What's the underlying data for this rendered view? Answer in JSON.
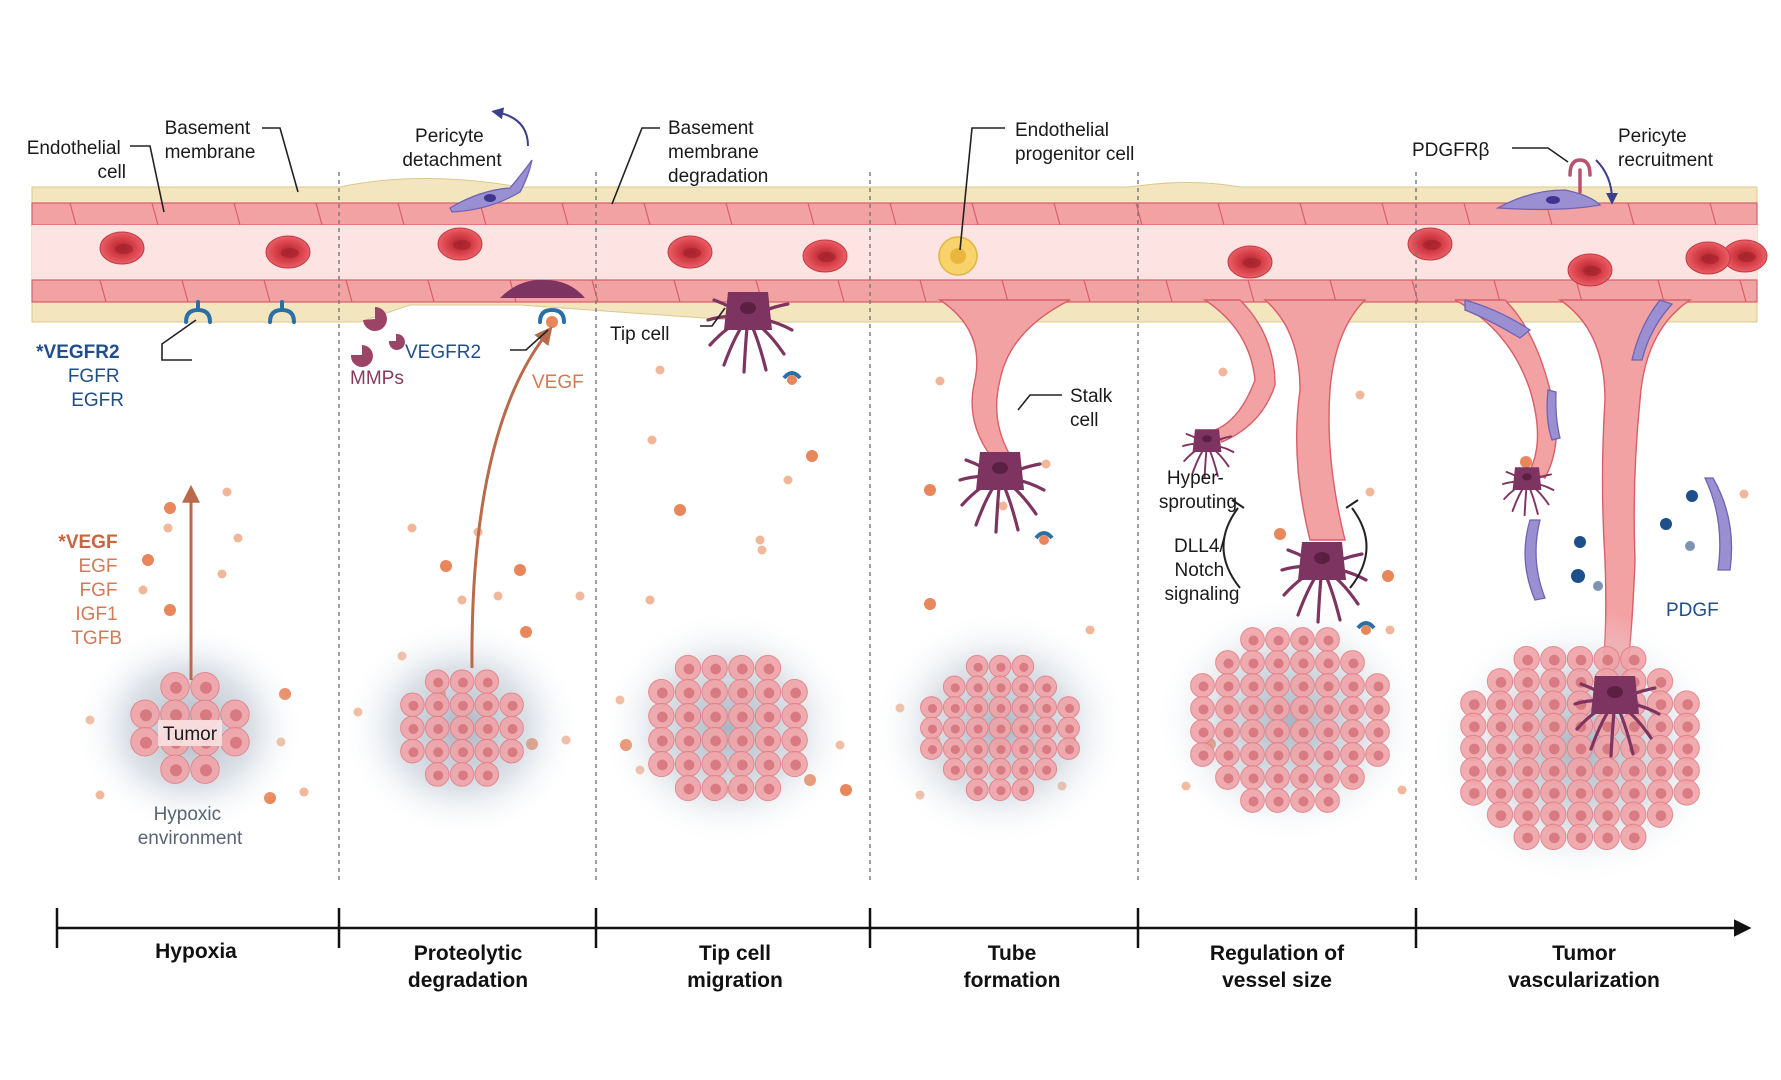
{
  "colors": {
    "basement": "#f3e6bf",
    "lumen": "#fde3e1",
    "endothelial": "#f3a2a4",
    "endothelial_stroke": "#d85e69",
    "rbc": "#e24d55",
    "tip_cell": "#7d3460",
    "pericyte": "#9a8fd1",
    "vegf": "#e8875c",
    "receptor": "#2a6fa6",
    "tumor": "#f0a4a8",
    "pdgf": "#1e4f8a",
    "progenitor": "#f7d36a"
  },
  "labels": {
    "endothelial_cell": [
      "Endothelial",
      "cell"
    ],
    "basement_membrane": [
      "Basement",
      "membrane"
    ],
    "receptors": [
      "*VEGFR2",
      "FGFR",
      "EGFR"
    ],
    "factors": [
      "*VEGF",
      "EGF",
      "FGF",
      "IGF1",
      "TGFB"
    ],
    "tumor": "Tumor",
    "hypoxic": [
      "Hypoxic",
      "environment"
    ],
    "pericyte_detachment": [
      "Pericyte",
      "detachment"
    ],
    "mmps": "MMPs",
    "vegfr2": "VEGFR2",
    "vegf": "VEGF",
    "bm_degradation": [
      "Basement",
      "membrane",
      "degradation"
    ],
    "tip_cell": "Tip cell",
    "epc": [
      "Endothelial",
      "progenitor cell"
    ],
    "stalk_cell": [
      "Stalk",
      "cell"
    ],
    "hypersprouting": [
      "Hyper-",
      "sprouting"
    ],
    "dll4": [
      "DLL4/",
      "Notch",
      "signaling"
    ],
    "pdgfrb": "PDGFRβ",
    "pericyte_recruitment": [
      "Pericyte",
      "recruitment"
    ],
    "pdgf": "PDGF"
  },
  "stages": [
    [
      "Hypoxia"
    ],
    [
      "Proteolytic",
      "degradation"
    ],
    [
      "Tip cell",
      "migration"
    ],
    [
      "Tube",
      "formation"
    ],
    [
      "Regulation of",
      "vessel size"
    ],
    [
      "Tumor",
      "vascularization"
    ]
  ]
}
